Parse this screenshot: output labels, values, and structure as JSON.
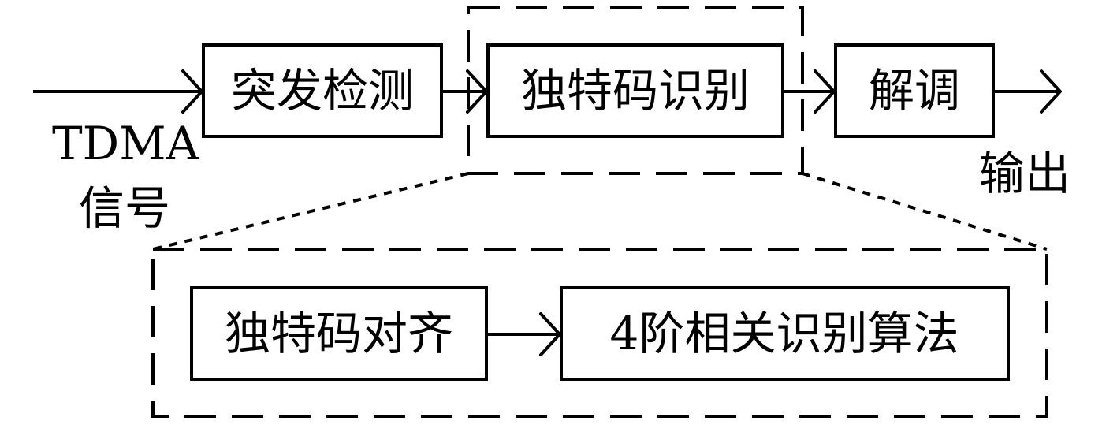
{
  "input": {
    "label_line1": "TDMA",
    "label_line2": "信号"
  },
  "blocks": {
    "burst_detection": "突发检测",
    "unique_word_recognition": "独特码识别",
    "demodulation": "解调"
  },
  "output": {
    "label": "输出"
  },
  "detail": {
    "unique_word_alignment": "独特码对齐",
    "fourth_order_correlation": "4阶相关识别算法"
  }
}
